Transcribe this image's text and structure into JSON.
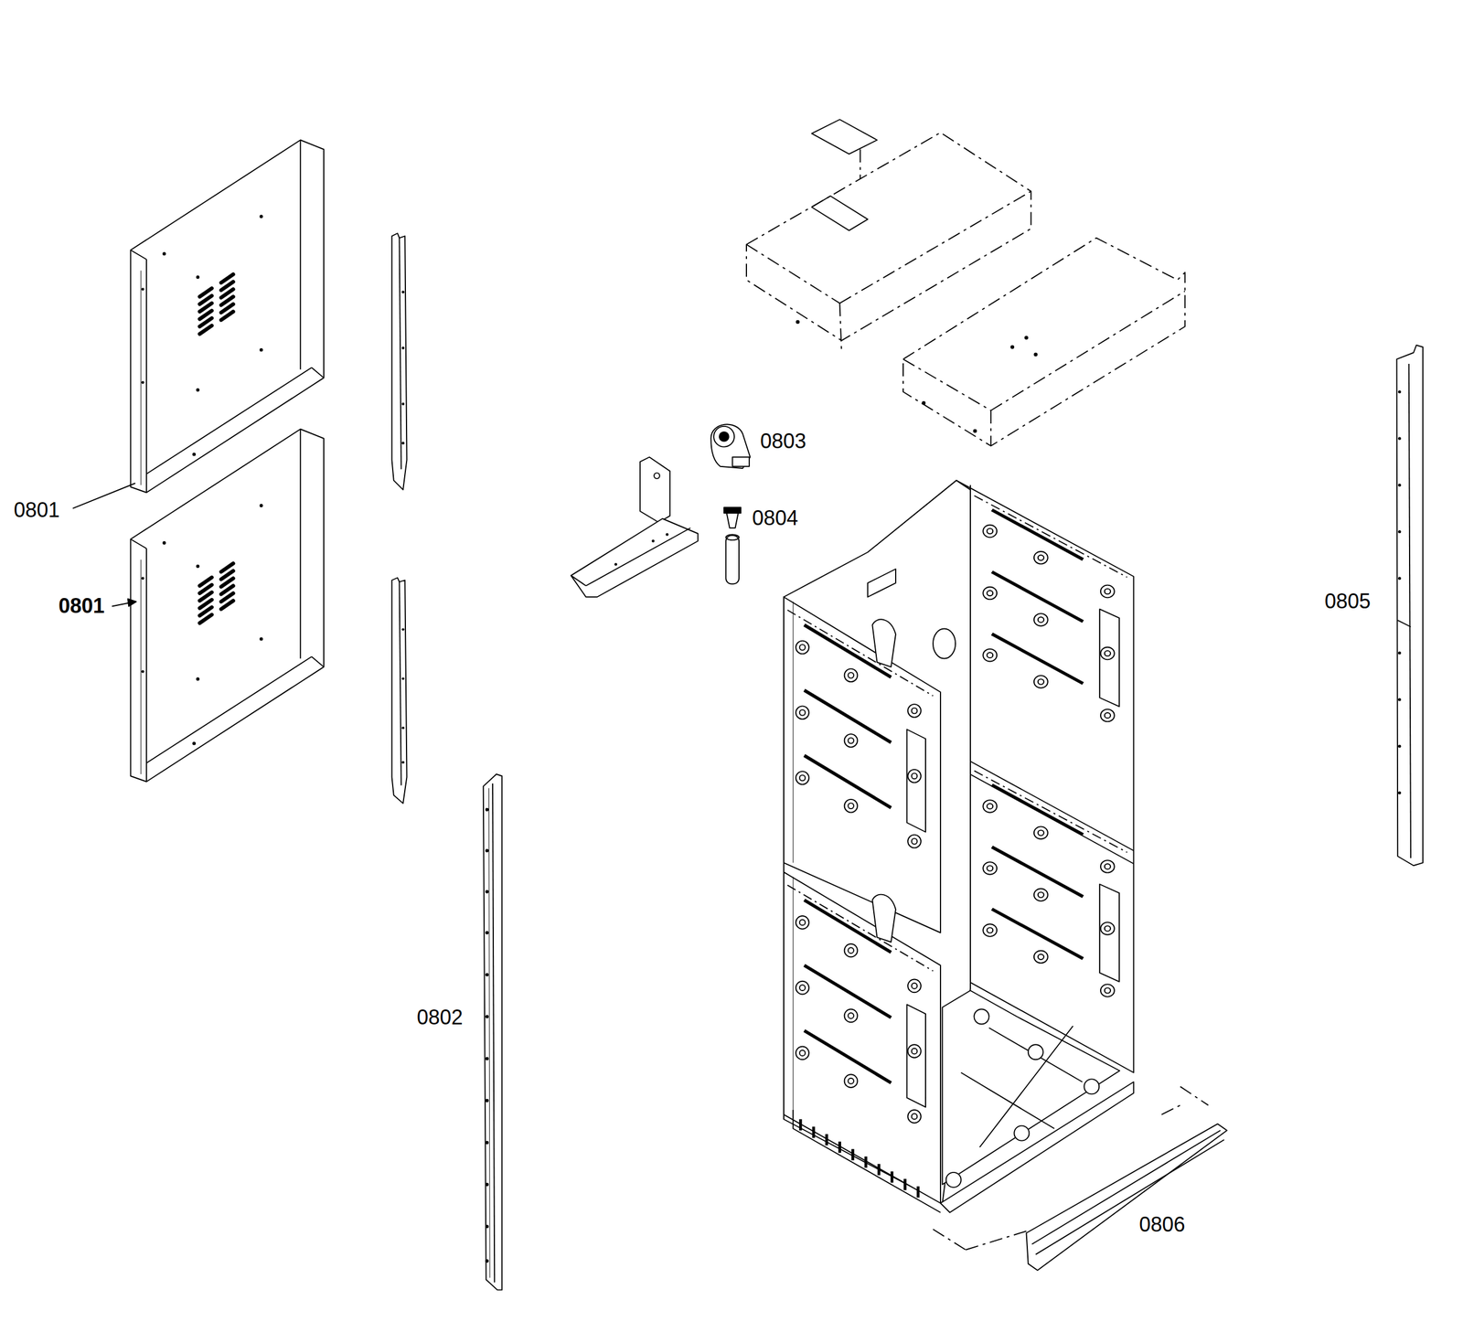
{
  "diagram": {
    "labels": [
      "0801",
      "0801",
      "0803",
      "0804",
      "0805",
      "0802",
      "0806"
    ]
  }
}
